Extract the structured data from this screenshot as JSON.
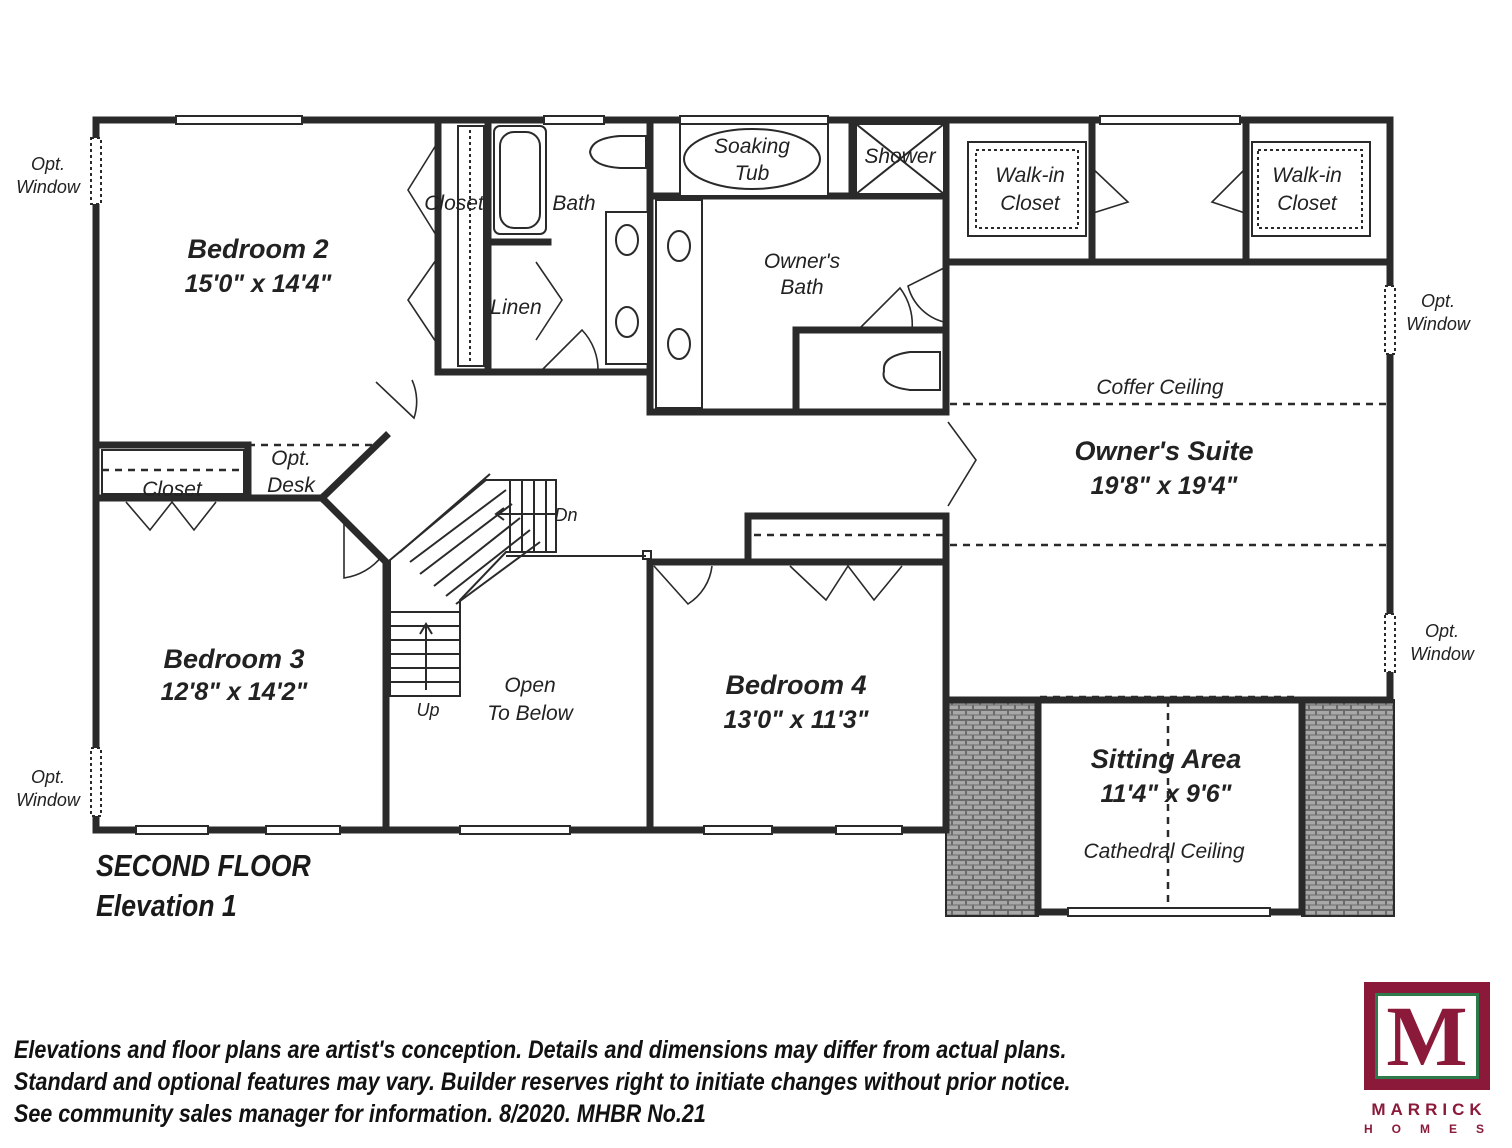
{
  "rooms": {
    "bedroom2": {
      "name": "Bedroom 2",
      "dims": "15'0\" x 14'4\""
    },
    "bedroom3": {
      "name": "Bedroom 3",
      "dims": "12'8\" x 14'2\""
    },
    "bedroom4": {
      "name": "Bedroom 4",
      "dims": "13'0\" x 11'3\""
    },
    "owners_suite": {
      "name": "Owner's Suite",
      "dims": "19'8\" x 19'4\""
    },
    "sitting_area": {
      "name": "Sitting Area",
      "dims": "11'4\" x 9'6\""
    },
    "owners_bath": {
      "line1": "Owner's",
      "line2": "Bath"
    },
    "open_below": {
      "line1": "Open",
      "line2": "To Below"
    }
  },
  "labels": {
    "closet": "Closet",
    "bath": "Bath",
    "linen": "Linen",
    "soaking_tub_1": "Soaking",
    "soaking_tub_2": "Tub",
    "shower": "Shower",
    "walkin_1": "Walk-in",
    "walkin_2": "Closet",
    "coffer_ceiling": "Coffer Ceiling",
    "cathedral_ceiling": "Cathedral Ceiling",
    "opt_desk_1": "Opt.",
    "opt_desk_2": "Desk",
    "opt_window_1": "Opt.",
    "opt_window_2": "Window",
    "dn": "Dn",
    "up": "Up"
  },
  "floor_title": {
    "line1": "SECOND FLOOR",
    "line2": "Elevation 1"
  },
  "disclaimer": [
    "Elevations and floor plans are artist's conception. Details and dimensions may differ from actual plans.",
    "Standard and optional features may vary. Builder reserves right to initiate changes without prior notice.",
    "See community sales manager for information. 8/2020. MHBR No.21"
  ],
  "brand": {
    "letter": "M",
    "name": "MARRICK",
    "sub": "HOMES",
    "color": "#8b1a3a",
    "accent": "#2d7a4a"
  }
}
